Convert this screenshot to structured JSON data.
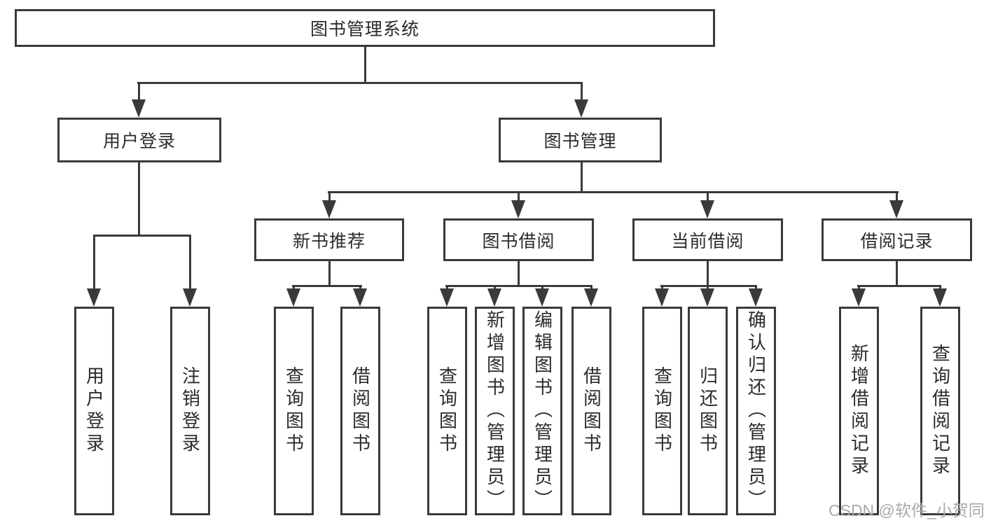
{
  "diagram": {
    "title": "图书管理系统",
    "tree": {
      "label": "图书管理系统",
      "children": [
        {
          "label": "用户登录",
          "children": [
            {
              "label": "用户登录"
            },
            {
              "label": "注销登录"
            }
          ]
        },
        {
          "label": "图书管理",
          "children": [
            {
              "label": "新书推荐",
              "children": [
                {
                  "label": "查询图书"
                },
                {
                  "label": "借阅图书"
                }
              ]
            },
            {
              "label": "图书借阅",
              "children": [
                {
                  "label": "查询图书"
                },
                {
                  "label": "新增图书（管理员）"
                },
                {
                  "label": "编辑图书（管理员）"
                },
                {
                  "label": "借阅图书"
                }
              ]
            },
            {
              "label": "当前借阅",
              "children": [
                {
                  "label": "查询图书"
                },
                {
                  "label": "归还图书"
                },
                {
                  "label": "确认归还（管理员）"
                }
              ]
            },
            {
              "label": "借阅记录",
              "children": [
                {
                  "label": "新增借阅记录"
                },
                {
                  "label": "查询借阅记录"
                }
              ]
            }
          ]
        }
      ]
    }
  },
  "watermark": {
    "text": "CSDN @软件_小贺同学"
  },
  "colors": {
    "line": "#3a3a3a",
    "text": "#2b2b2b",
    "watermark": "#a8a8a8",
    "background": "#ffffff"
  }
}
